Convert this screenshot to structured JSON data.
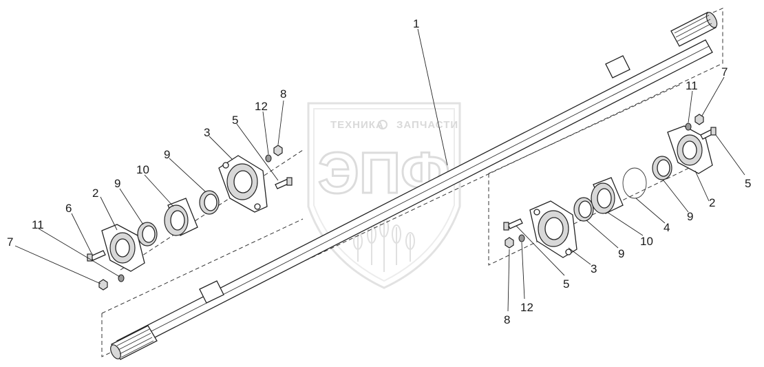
{
  "watermark": {
    "text_left": "ТЕХНИКА",
    "text_right": "ЗАПЧАСТИ",
    "big_text": "ЭПФ",
    "color": "#d9d9d9"
  },
  "callouts": {
    "shaft": "1",
    "left_flange": "2",
    "left_housing": "3",
    "left_bolt": "5",
    "left_bolt_6": "6",
    "left_nut": "7",
    "left_nut_8": "8",
    "left_ring_a": "9",
    "left_ring_b": "9",
    "left_bearing": "10",
    "left_washer": "11",
    "left_washer_12": "12",
    "right_flange": "2",
    "right_housing": "3",
    "right_oring": "4",
    "right_bolt_top": "5",
    "right_bolt_bottom": "5",
    "right_nut_top": "7",
    "right_nut_bottom": "8",
    "right_ring_a": "9",
    "right_ring_b": "9",
    "right_bearing": "10",
    "right_washer_top": "11",
    "right_washer_bottom": "12"
  }
}
